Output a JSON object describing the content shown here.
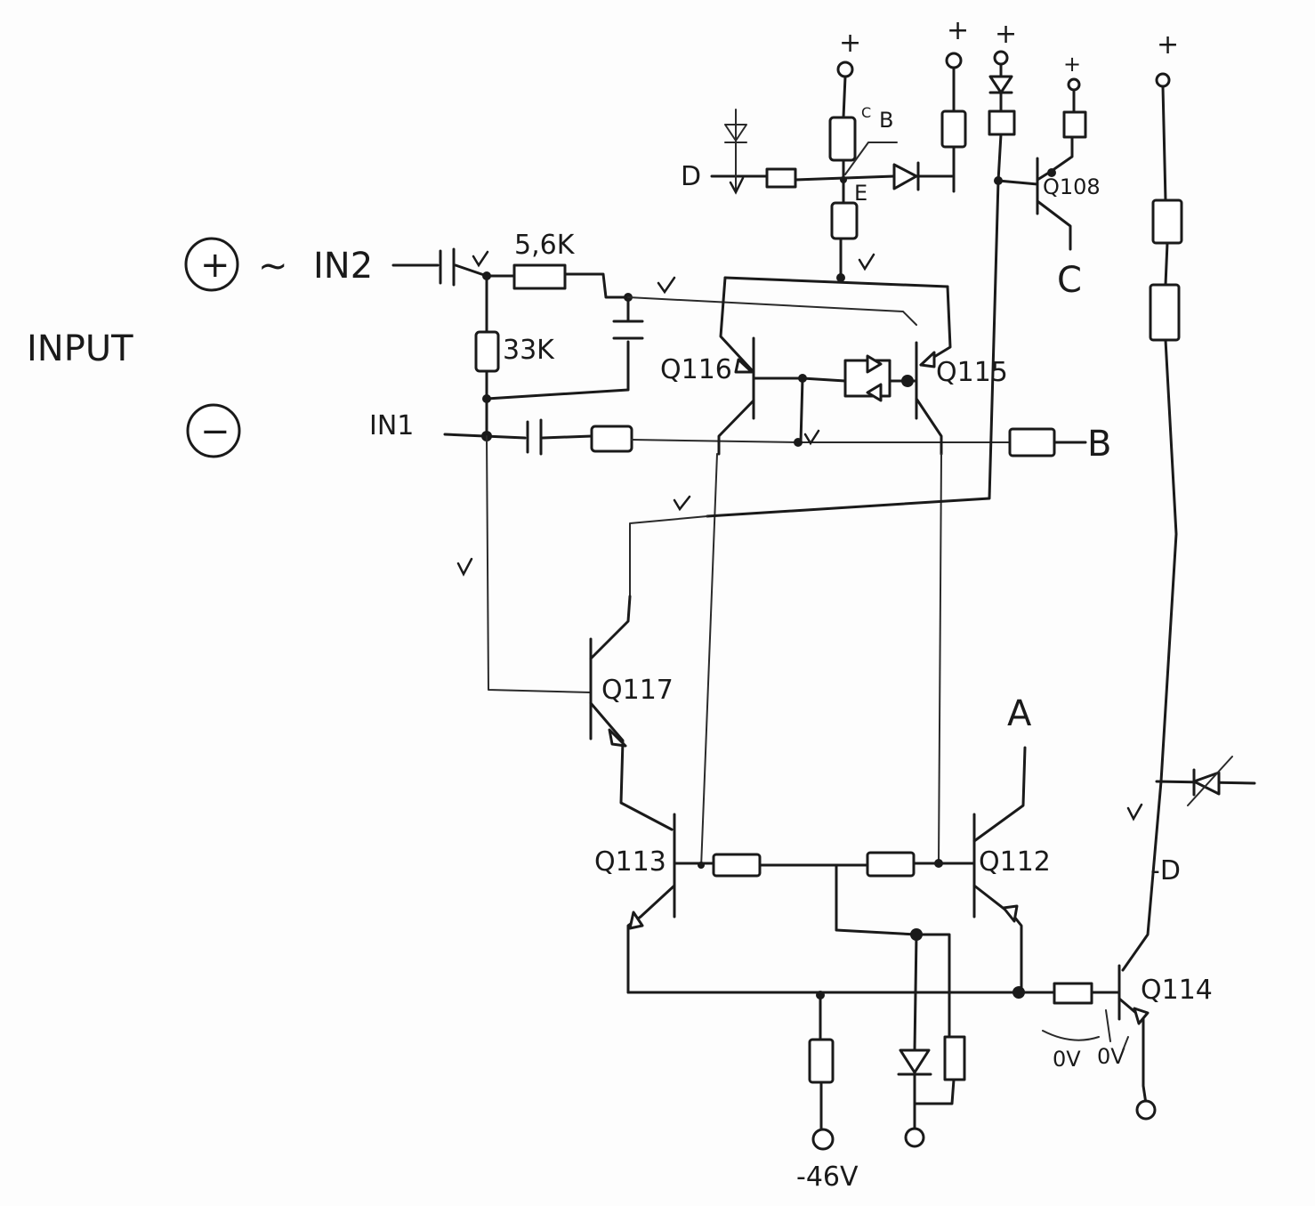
{
  "labels": {
    "input": "INPUT",
    "plus_symbol": "+",
    "minus_symbol": "−",
    "wave": "~",
    "in2": "IN2",
    "in1": "IN1",
    "r_5_6k": "5,6K",
    "r_33k": "33K",
    "node_d_top": "D",
    "node_e": "E",
    "node_c_small": "C",
    "node_b_small": "B",
    "node_b": "B",
    "node_c": "C",
    "node_a": "A",
    "node_d_minus": "-D",
    "supply_neg": "-46V",
    "zero_volts_1": "0V",
    "zero_volts_2": "0V",
    "supply_plus": "+"
  },
  "transistors": {
    "q116": "Q116",
    "q115": "Q115",
    "q117": "Q117",
    "q113": "Q113",
    "q112": "Q112",
    "q114": "Q114",
    "q108": "Q108"
  }
}
